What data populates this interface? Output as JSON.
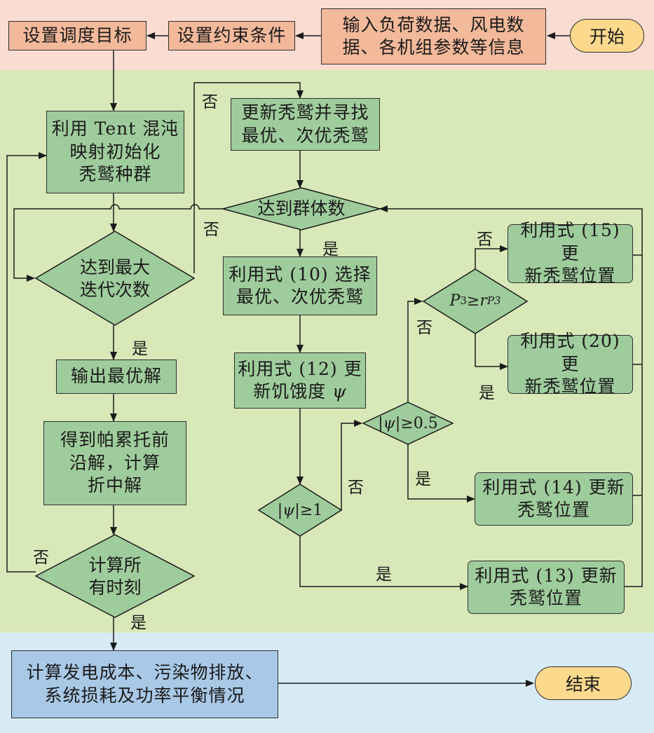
{
  "nodes": {
    "start": "开始",
    "input_data": "输入负荷数据、风电数\n据、各机组参数等信息",
    "set_constraints": "设置约束条件",
    "set_objective": "设置调度目标",
    "tent_init": "利用 Tent 混沌\n映射初始化\n秃鹫种群",
    "max_iter": "达到最大\n迭代次数",
    "output_best": "输出最优解",
    "pareto": "得到帕累托前\n沿解，计算\n折中解",
    "all_times": "计算所\n有时刻",
    "final_calc": "计算发电成本、污染物排放、\n系统损耗及功率平衡情况",
    "end": "结束",
    "update_find": "更新秃鹫并寻找\n最优、次优秃鹫",
    "pop_reached": "达到群体数",
    "select_eq10": "利用式 (10) 选择\n最优、次优秃鹫",
    "update_eq12_line1": "利用式 (12) 更",
    "update_eq12_line2": "新饥饿度 ",
    "psi": "ψ",
    "abs_psi_ge1_pre": "|",
    "abs_psi_ge1_post": "|≥1",
    "abs_psi_ge05_post": "|≥0.5",
    "p3_P": "P",
    "p3_sub": "3",
    "p3_rel": "≥",
    "p3_r": "r",
    "p3_rsub": "P3",
    "eq15": "利用式 (15) 更\n新秃鹫位置",
    "eq20": "利用式 (20) 更\n新秃鹫位置",
    "eq14": "利用式 (14) 更新\n秃鹫位置",
    "eq13": "利用式 (13) 更新\n秃鹫位置"
  },
  "labels": {
    "yes": "是",
    "no": "否"
  },
  "colors": {
    "band_top": "#f9dcd2",
    "band_mid": "#d9e8b8",
    "band_bot": "#d7ebf7",
    "process_pink": "#f3b99b",
    "process_green": "#9fcc9c",
    "process_blue": "#a8c8e6",
    "terminal": "#fcd98c"
  }
}
